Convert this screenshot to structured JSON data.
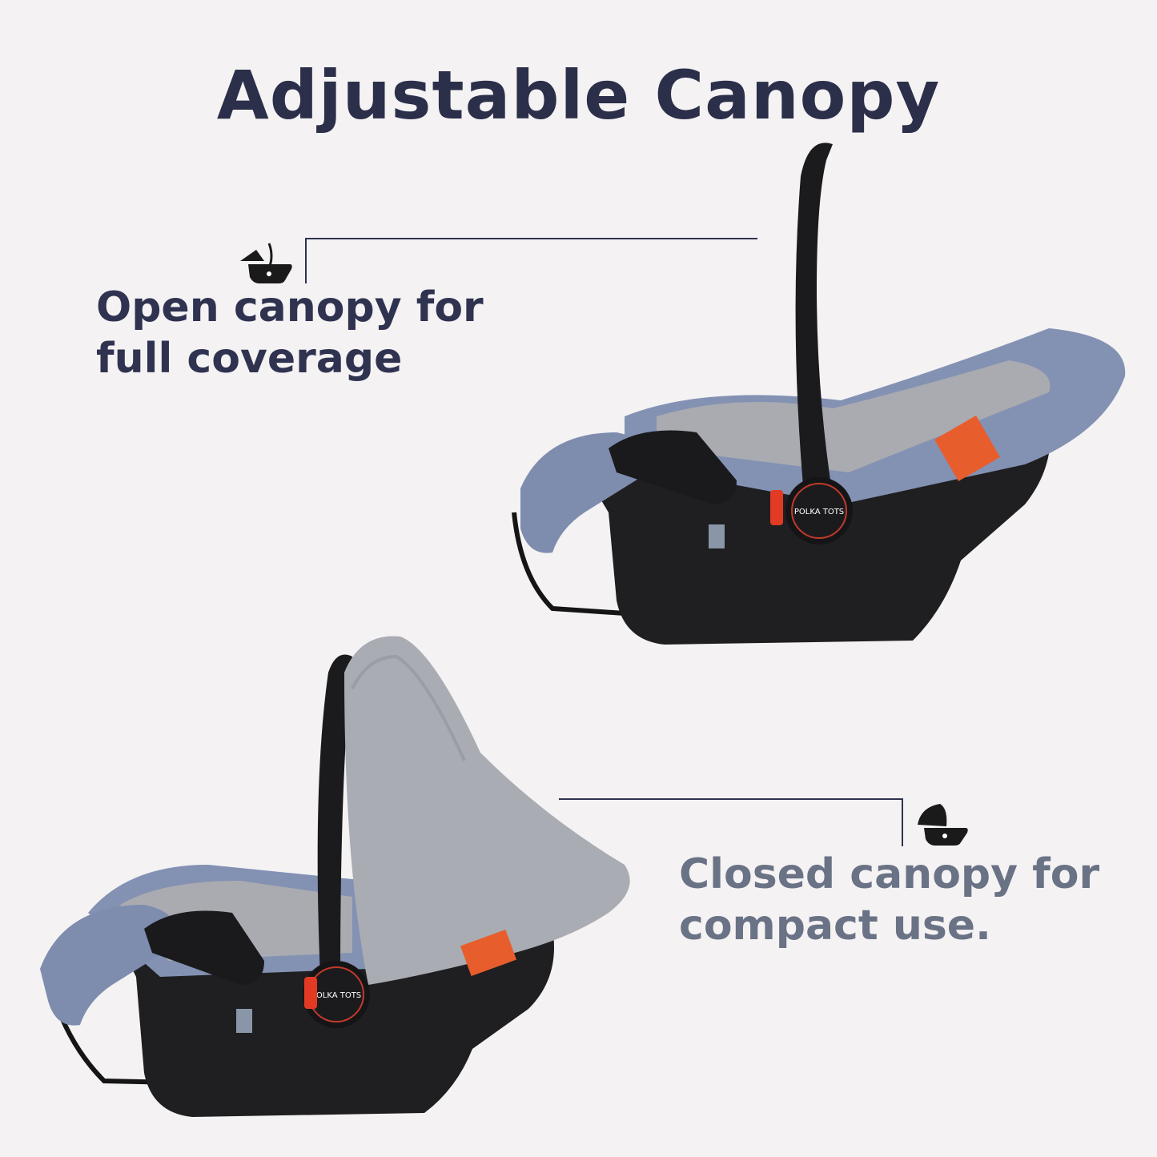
{
  "title": "Adjustable Canopy",
  "open_caption": {
    "line1": "Open canopy for",
    "line2": "full coverage"
  },
  "closed_caption": {
    "line1": "Closed canopy for",
    "line2": "compact use."
  },
  "brand_label": "POLKA TOTS",
  "colors": {
    "background": "#f4f2f3",
    "heading": "#2b2f4a",
    "closed_caption": "#6a7285",
    "fabric_blue": "#8391b3",
    "fabric_grey": "#a9abb0",
    "shell_black": "#1e1e20",
    "accent_red": "#e33a24"
  },
  "icons": [
    "car-seat-open-icon",
    "car-seat-closed-icon"
  ]
}
